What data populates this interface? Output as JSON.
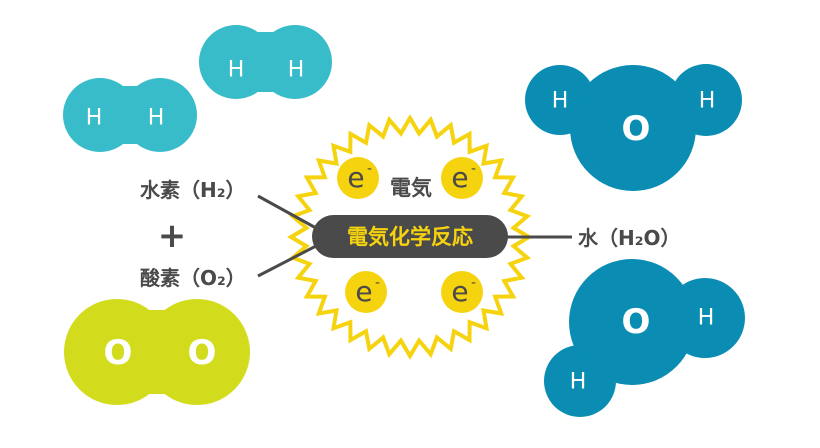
{
  "colors": {
    "hydrogen": "#38bcc9",
    "water": "#0b8db3",
    "oxygen": "#d3dc1c",
    "electron": "#f6d30f",
    "dark": "#4a4a4a"
  },
  "hydrogen_molecules": [
    {
      "atoms": [
        "H",
        "H"
      ]
    },
    {
      "atoms": [
        "H",
        "H"
      ]
    }
  ],
  "oxygen_molecule": {
    "atoms": [
      "O",
      "O"
    ]
  },
  "water_molecules": [
    {
      "center": "O",
      "atoms": [
        "H",
        "H"
      ]
    },
    {
      "center": "O",
      "atoms": [
        "H",
        "H"
      ]
    }
  ],
  "labels": {
    "hydrogen": "水素（H₂）",
    "plus": "+",
    "oxygen": "酸素（O₂）",
    "water": "水（H₂O）",
    "electricity": "電気",
    "reaction": "電気化学反応"
  },
  "electron": {
    "symbol": "e",
    "charge": "-"
  }
}
